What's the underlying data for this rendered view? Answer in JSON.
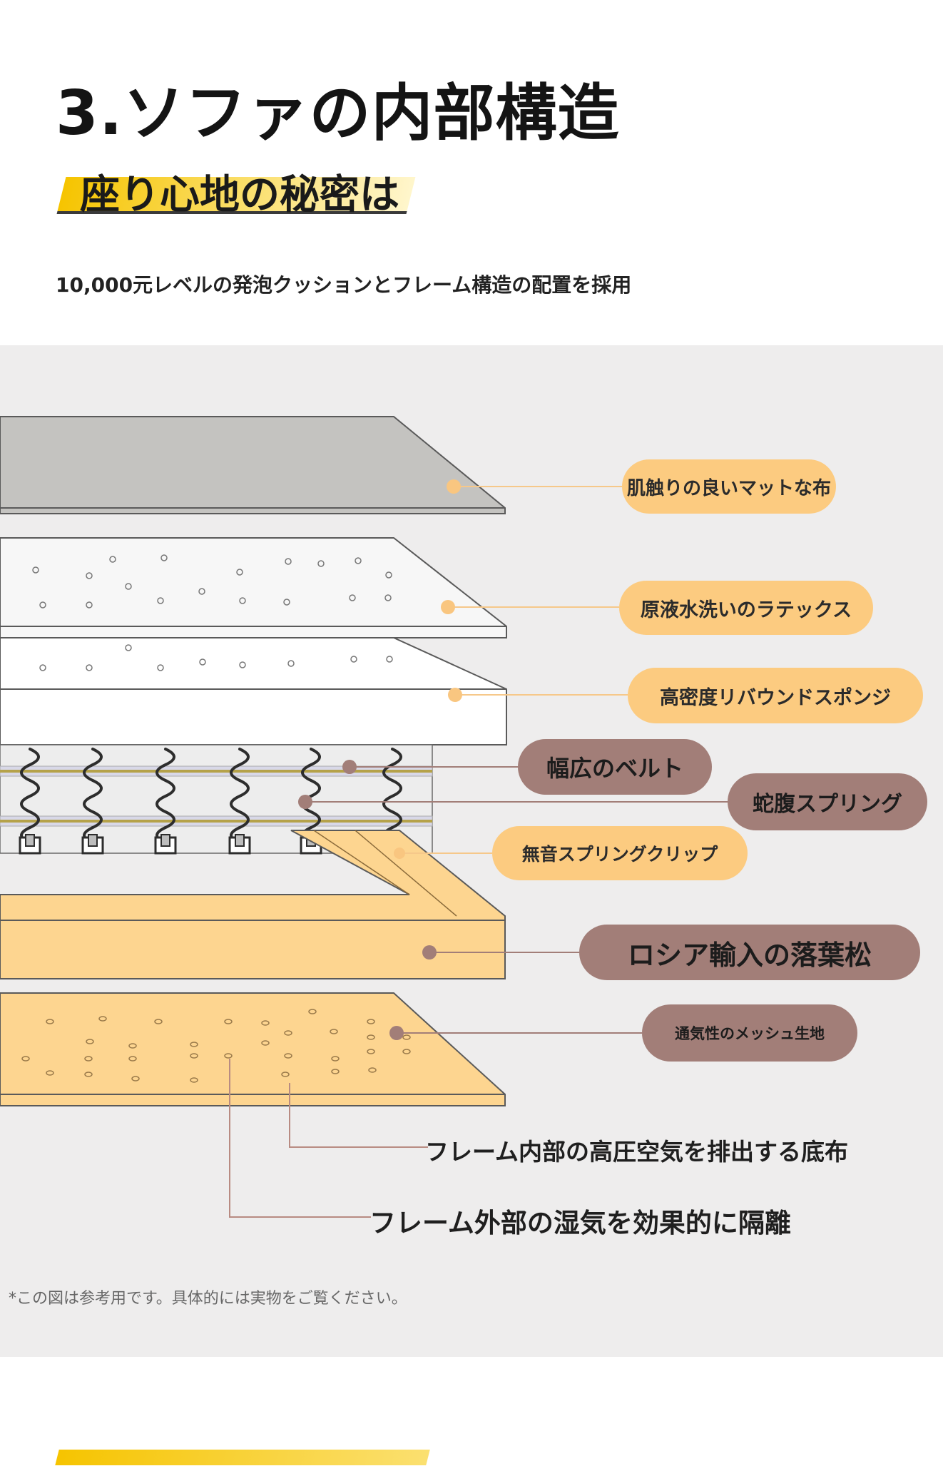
{
  "header": {
    "title": "3.ソファの内部構造",
    "subtitle": "座り心地の秘密は",
    "lead": "10,000元レベルの発泡クッションとフレーム構造の配置を採用"
  },
  "diagram": {
    "labels": {
      "fabric": "肌触りの良いマットな布",
      "latex": "原液水洗いのラテックス",
      "sponge": "高密度リバウンドスポンジ",
      "belt": "幅広のベルト",
      "spring": "蛇腹スプリング",
      "clip": "無音スプリングクリップ",
      "pine": "ロシア輸入の落葉松",
      "mesh": "通気性のメッシュ生地",
      "inner_air": "フレーム内部の高圧空気を排出する底布",
      "outer_moisture": "フレーム外部の湿気を効果的に隔離"
    },
    "note": "*この図は参考用です。具体的には実物をご覧ください。"
  },
  "colors": {
    "panel_bg": "#eeeded",
    "label_light": "#fccb80",
    "label_brown": "#a27e78",
    "wood": "#fdd590",
    "fabric_layer": "#c4c3c0",
    "title_accent": "#f6c400"
  }
}
